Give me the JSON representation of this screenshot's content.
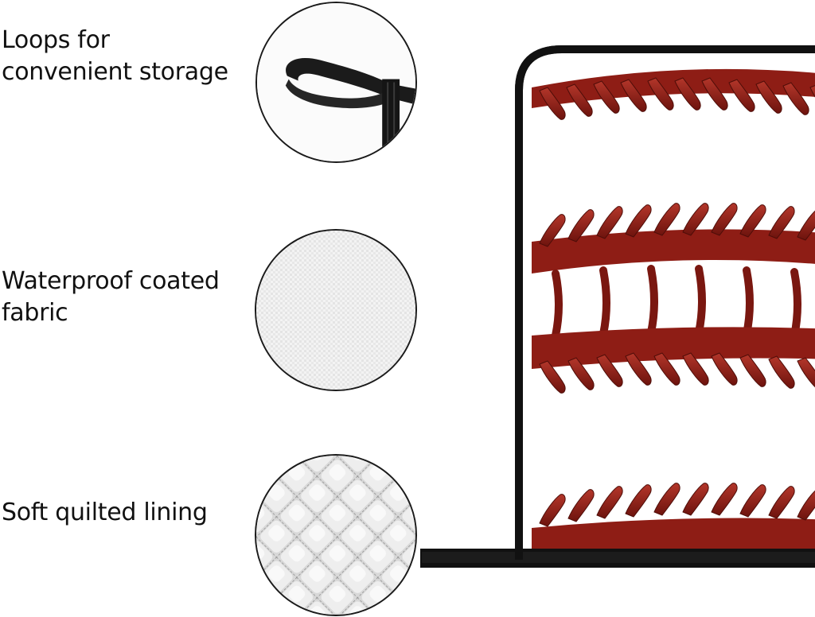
{
  "features": [
    {
      "label_line1": "Loops for",
      "label_line2": "convenient storage",
      "icon": "hanging-loop-icon"
    },
    {
      "label_line1": "Waterproof coated",
      "label_line2": "fabric",
      "icon": "fabric-texture-icon"
    },
    {
      "label_line1": "Soft quilted lining",
      "label_line2": "",
      "icon": "quilted-lining-icon"
    }
  ],
  "colors": {
    "stitch_red": "#9b2218",
    "stitch_dark": "#5e0f0a",
    "binding": "#111111",
    "background": "#ffffff"
  }
}
